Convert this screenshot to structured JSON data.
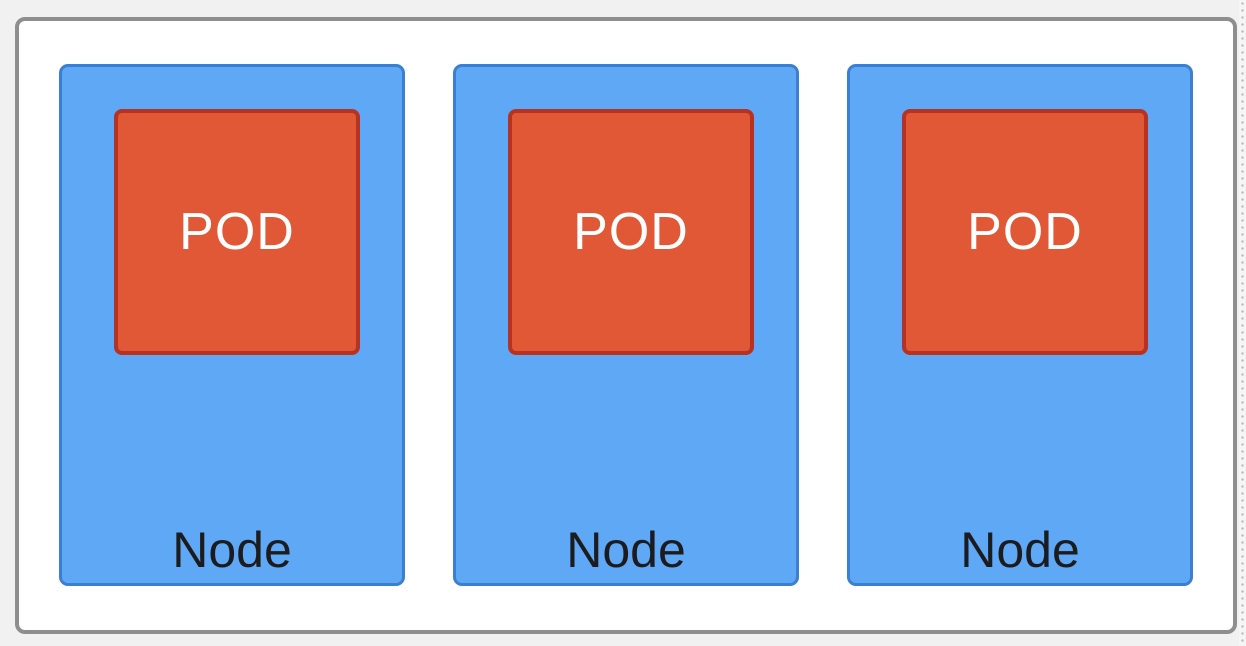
{
  "diagram": {
    "nodes": [
      {
        "label": "Node",
        "pod": {
          "label": "POD"
        }
      },
      {
        "label": "Node",
        "pod": {
          "label": "POD"
        }
      },
      {
        "label": "Node",
        "pod": {
          "label": "POD"
        }
      }
    ]
  },
  "colors": {
    "cluster_border": "#8e8e8e",
    "node_fill": "#5ea8f5",
    "node_border": "#3a7fd0",
    "pod_fill": "#e05835",
    "pod_border": "#b83222"
  }
}
